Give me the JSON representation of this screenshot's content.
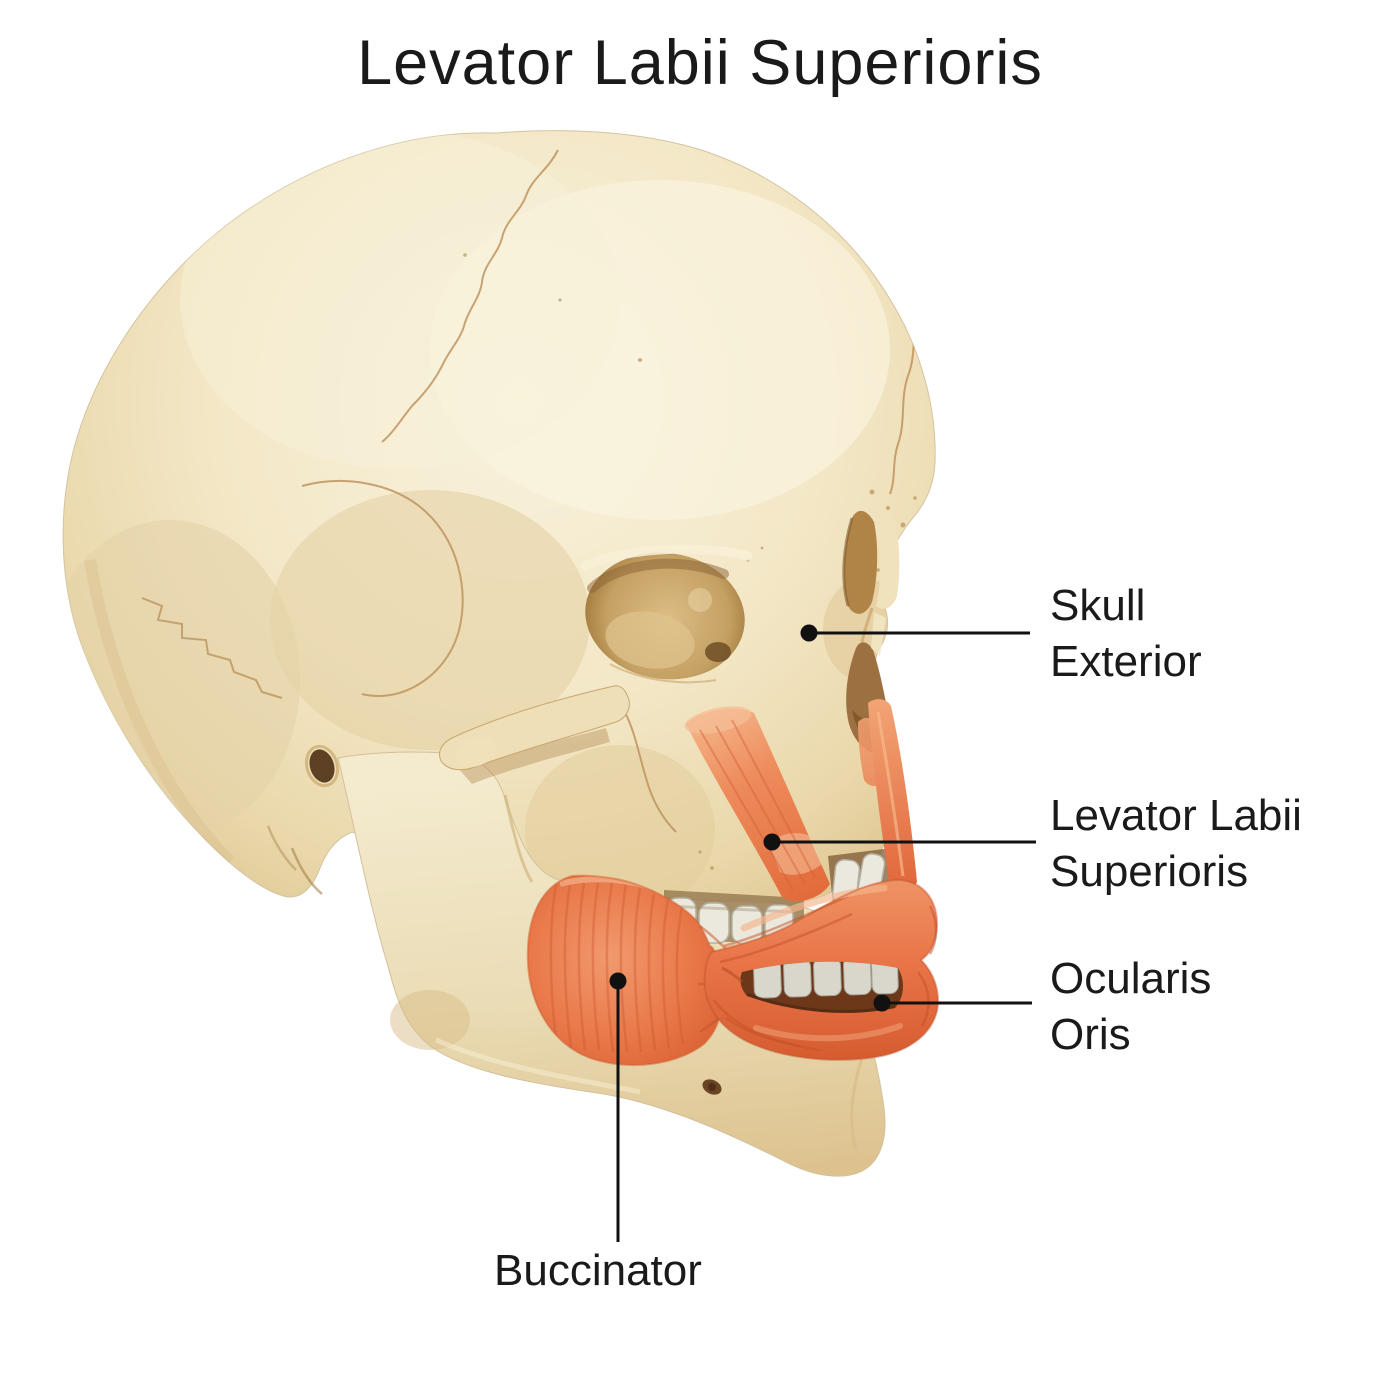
{
  "title": "Levator Labii Superioris",
  "annotations": [
    {
      "id": "skull-exterior",
      "lines": [
        "Skull",
        "Exterior"
      ]
    },
    {
      "id": "levator-labii-superioris",
      "lines": [
        "Levator Labii",
        "Superioris"
      ]
    },
    {
      "id": "ocularis-oris",
      "lines": [
        "Ocularis",
        "Oris"
      ]
    },
    {
      "id": "buccinator",
      "lines": [
        "Buccinator"
      ]
    }
  ],
  "colors": {
    "background": "#ffffff",
    "text": "#1a1a1a",
    "leader_line": "#111111",
    "bone_light": "#f6efd7",
    "bone_shadow": "#dfc897",
    "muscle": "#e87447",
    "muscle_dark": "#cc5129",
    "muscle_highlight": "#f5ab7f",
    "teeth": "#e9e6da",
    "mouth_interior": "#6c3819"
  }
}
